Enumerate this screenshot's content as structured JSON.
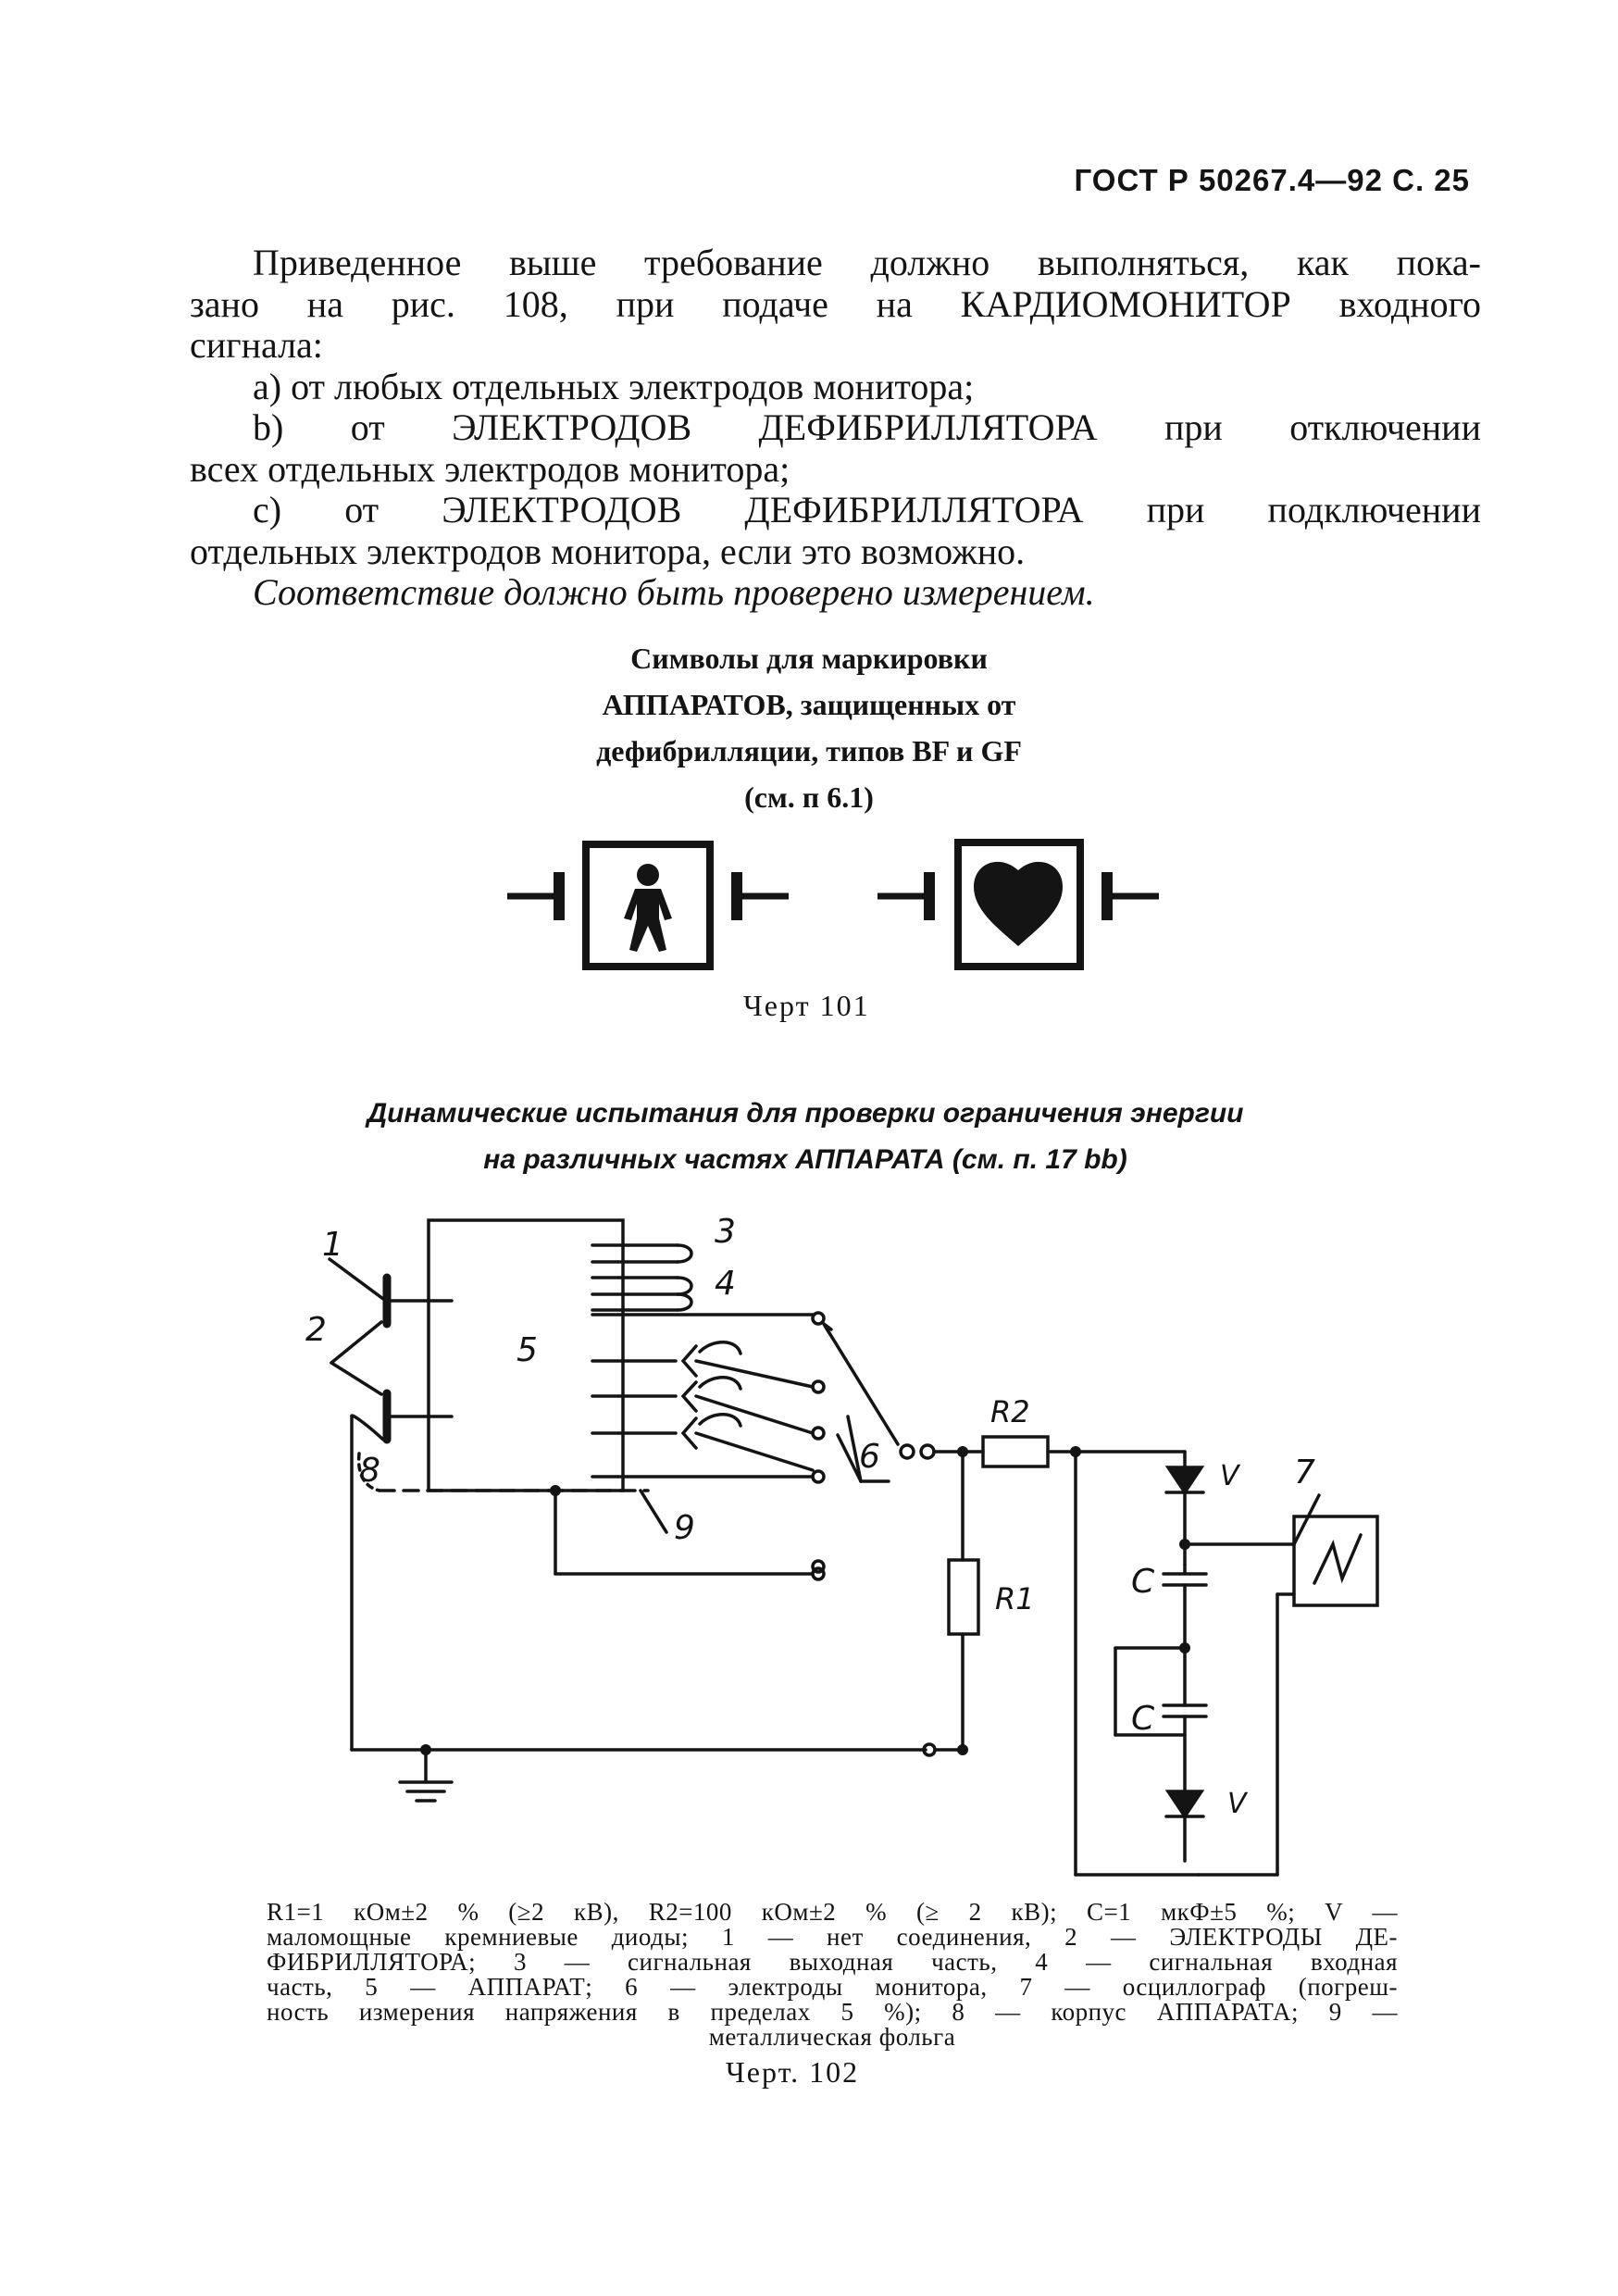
{
  "header": "ГОСТ Р  50267.4—92 С. 25",
  "body": {
    "line1": "Приведенное выше требование должно выполняться, как пока-",
    "line2": "зано на рис. 108, при подаче  на  КАРДИОМОНИТОР  входного",
    "line3": "сигнала:",
    "item_a": "а) от любых отдельных электродов монитора;",
    "item_b1": "b) от ЭЛЕКТРОДОВ ДЕФИБРИЛЛЯТОРА при  отключении",
    "item_b2": "всех отдельных электродов монитора;",
    "item_c1": "с) от ЭЛЕКТРОДОВ ДЕФИБРИЛЛЯТОРА при подключении",
    "item_c2": "отдельных электродов монитора, если это возможно.",
    "compliance": "Соответствие должно быть проверено измерением."
  },
  "fig101": {
    "title_l1": "Символы для маркировки",
    "title_l2": "АППАРАТОВ, защищенных от",
    "title_l3": "дефибрилляции, типов BF и GF",
    "title_l4": "(см. п 6.1)",
    "caption": "Черт  101",
    "symbols": [
      "type-BF-defibrillation-proof",
      "type-CF-defibrillation-proof"
    ]
  },
  "fig102": {
    "title_l1": "Динамические испытания для проверки ограничения энергии",
    "title_l2": "на различных частях АППАРАТА (см. п. 17 bb)",
    "labels": {
      "n1": "1",
      "n2": "2",
      "n3": "3",
      "n4": "4",
      "n5": "5",
      "n6": "6",
      "n7": "7",
      "n8": "8",
      "n9": "9",
      "r1": "R1",
      "r2": "R2",
      "c_top": "C",
      "c_bottom": "C",
      "v_top": "V",
      "v_bottom": "V"
    },
    "legend_l1": "R1=1 кОм±2 %  (≥2 кВ),  R2=100  кОм±2 %  (≥  2  кВ);  C=1  мкФ±5 %;  V —",
    "legend_l2": "маломощные  кремниевые  диоды;  1  —  нет  соединения,  2  —  ЭЛЕКТРОДЫ  ДЕ-",
    "legend_l3": "ФИБРИЛЛЯТОРА;  3  —  сигнальная  выходная  часть,  4  —  сигнальная  входная",
    "legend_l4": "часть,  5  —  АППАРАТ;  6  —  электроды  монитора,  7  —  осциллограф  (погреш-",
    "legend_l5": "ность  измерения  напряжения  в  пределах    5 %);  8  —  корпус  АППАРАТА;  9  —",
    "legend_l6": "металлическая    фольга",
    "caption": "Черт.  102"
  }
}
